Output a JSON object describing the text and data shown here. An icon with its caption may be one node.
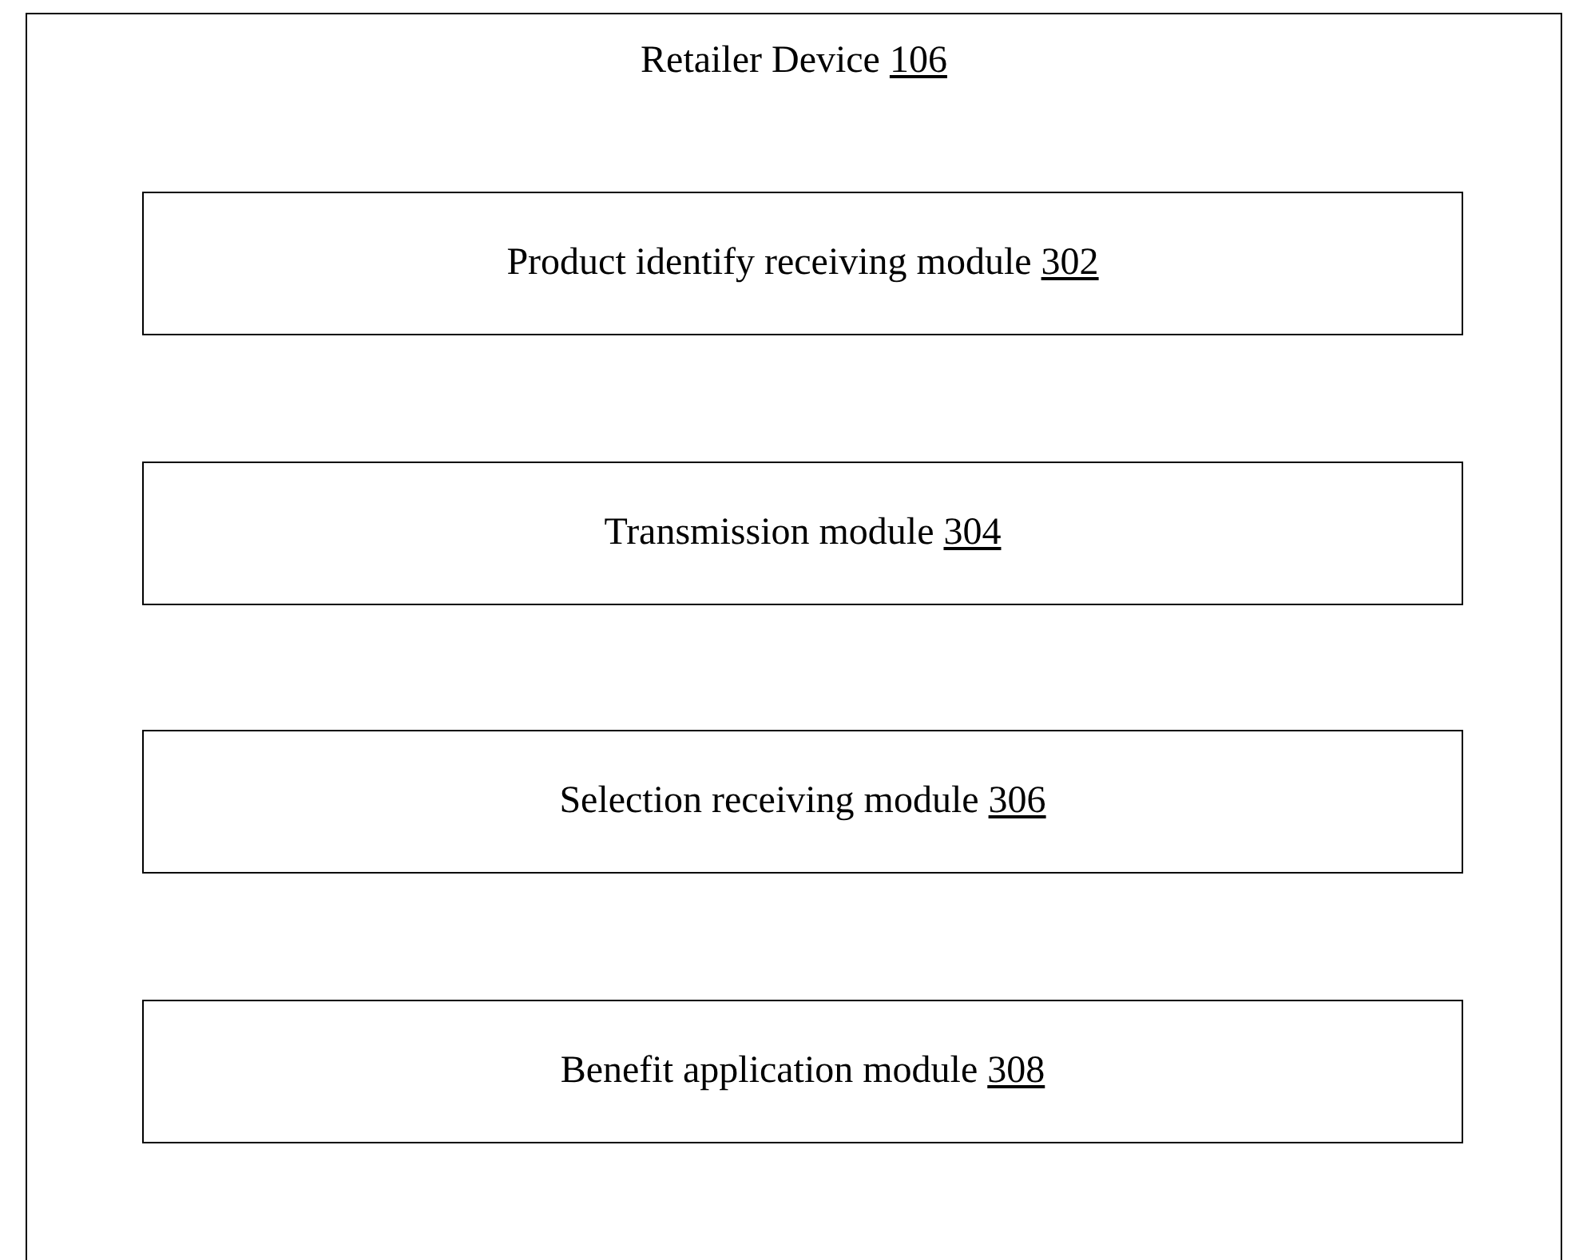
{
  "diagram": {
    "nodes": [
      {
        "text": [
          "Retailer Device 106"
        ]
      },
      {
        "text": [
          "Product identify receiving module 302"
        ],
        "in": 0
      },
      {
        "text": [
          "Transmission module 304"
        ],
        "in": 0
      },
      {
        "text": [
          "Selection receiving module 306"
        ],
        "in": 0
      },
      {
        "text": [
          "Benefit application module 308"
        ],
        "in": 0
      }
    ]
  }
}
